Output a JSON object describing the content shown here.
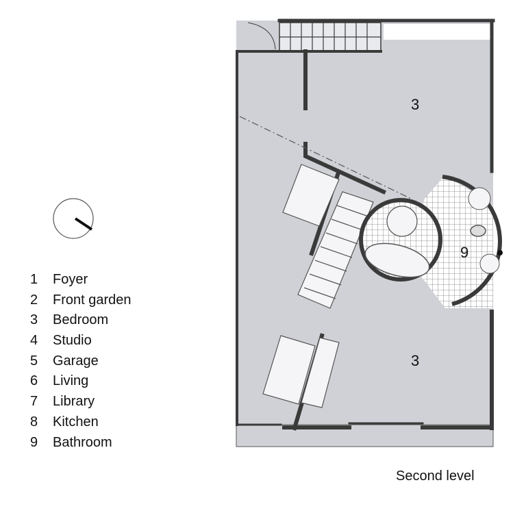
{
  "legend": {
    "items": [
      {
        "number": "1",
        "label": "Foyer"
      },
      {
        "number": "2",
        "label": "Front garden"
      },
      {
        "number": "3",
        "label": "Bedroom"
      },
      {
        "number": "4",
        "label": "Studio"
      },
      {
        "number": "5",
        "label": "Garage"
      },
      {
        "number": "6",
        "label": "Living"
      },
      {
        "number": "7",
        "label": "Library"
      },
      {
        "number": "8",
        "label": "Kitchen"
      },
      {
        "number": "9",
        "label": "Bathroom"
      }
    ]
  },
  "plan": {
    "caption": "Second level",
    "room_labels": {
      "bedroom_north": "3",
      "bedroom_south": "3",
      "bathroom": "9"
    },
    "colors": {
      "floor": "#cfd1d6",
      "wall": "#3a3a3a",
      "background": "#ffffff"
    }
  },
  "north_arrow": {
    "icon": "north-arrow-icon"
  }
}
